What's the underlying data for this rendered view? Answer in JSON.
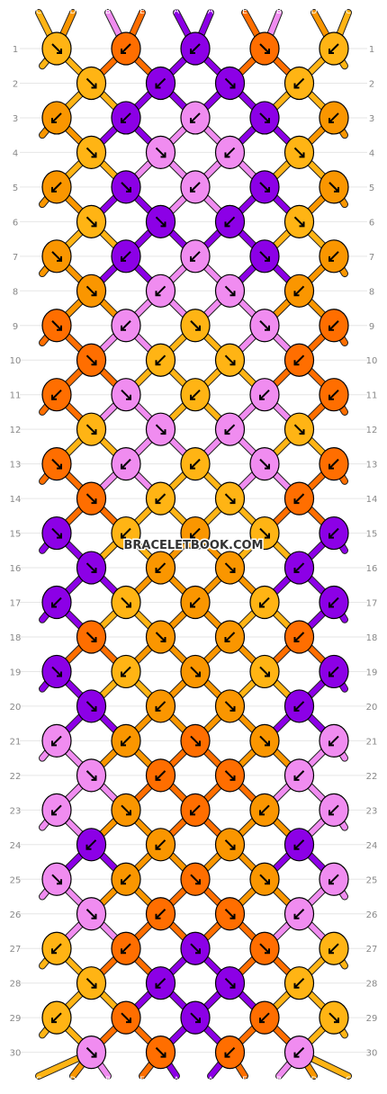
{
  "watermark": "BRACELETBOOK.COM",
  "colors": {
    "A": "#8C00E6",
    "B": "#F08CF0",
    "C": "#FFB414",
    "D": "#FA9600",
    "E": "#FF6E00"
  },
  "strings_top": [
    "C",
    "D",
    "B",
    "E",
    "A",
    "A",
    "E",
    "B",
    "D",
    "C"
  ],
  "strings_bottom": [
    "C",
    "D",
    "B",
    "E",
    "A",
    "A",
    "E",
    "B",
    "D",
    "C"
  ],
  "row_numbers": [
    "1",
    "2",
    "3",
    "4",
    "5",
    "6",
    "7",
    "8",
    "9",
    "10",
    "11",
    "12",
    "13",
    "14",
    "15",
    "16",
    "17",
    "18",
    "19",
    "20",
    "21",
    "22",
    "23",
    "24",
    "25",
    "26",
    "27",
    "28",
    "29",
    "30"
  ],
  "knot_rows": [
    [
      [
        "C",
        "f"
      ],
      [
        "E",
        "b"
      ],
      [
        "A",
        "b"
      ],
      [
        "E",
        "f"
      ],
      [
        "C",
        "b"
      ]
    ],
    [
      [
        "C",
        "f"
      ],
      [
        "A",
        "b"
      ],
      [
        "A",
        "f"
      ],
      [
        "C",
        "b"
      ]
    ],
    [
      [
        "D",
        "b"
      ],
      [
        "A",
        "b"
      ],
      [
        "B",
        "b"
      ],
      [
        "A",
        "f"
      ],
      [
        "D",
        "b"
      ]
    ],
    [
      [
        "C",
        "f"
      ],
      [
        "B",
        "f"
      ],
      [
        "B",
        "b"
      ],
      [
        "C",
        "f"
      ]
    ],
    [
      [
        "D",
        "b"
      ],
      [
        "A",
        "f"
      ],
      [
        "B",
        "b"
      ],
      [
        "A",
        "f"
      ],
      [
        "D",
        "f"
      ]
    ],
    [
      [
        "C",
        "f"
      ],
      [
        "A",
        "f"
      ],
      [
        "A",
        "b"
      ],
      [
        "C",
        "f"
      ]
    ],
    [
      [
        "D",
        "f"
      ],
      [
        "A",
        "b"
      ],
      [
        "B",
        "b"
      ],
      [
        "A",
        "f"
      ],
      [
        "D",
        "b"
      ]
    ],
    [
      [
        "D",
        "f"
      ],
      [
        "B",
        "b"
      ],
      [
        "B",
        "f"
      ],
      [
        "D",
        "b"
      ]
    ],
    [
      [
        "E",
        "f"
      ],
      [
        "B",
        "b"
      ],
      [
        "C",
        "f"
      ],
      [
        "B",
        "f"
      ],
      [
        "E",
        "b"
      ]
    ],
    [
      [
        "E",
        "f"
      ],
      [
        "C",
        "b"
      ],
      [
        "C",
        "f"
      ],
      [
        "E",
        "b"
      ]
    ],
    [
      [
        "E",
        "b"
      ],
      [
        "B",
        "f"
      ],
      [
        "C",
        "b"
      ],
      [
        "B",
        "b"
      ],
      [
        "E",
        "b"
      ]
    ],
    [
      [
        "C",
        "f"
      ],
      [
        "B",
        "f"
      ],
      [
        "B",
        "b"
      ],
      [
        "C",
        "f"
      ]
    ],
    [
      [
        "E",
        "f"
      ],
      [
        "B",
        "b"
      ],
      [
        "C",
        "b"
      ],
      [
        "B",
        "f"
      ],
      [
        "E",
        "b"
      ]
    ],
    [
      [
        "E",
        "f"
      ],
      [
        "C",
        "b"
      ],
      [
        "C",
        "f"
      ],
      [
        "E",
        "b"
      ]
    ],
    [
      [
        "A",
        "f"
      ],
      [
        "C",
        "b"
      ],
      [
        "D",
        "b"
      ],
      [
        "C",
        "f"
      ],
      [
        "A",
        "b"
      ]
    ],
    [
      [
        "A",
        "f"
      ],
      [
        "D",
        "b"
      ],
      [
        "D",
        "f"
      ],
      [
        "A",
        "b"
      ]
    ],
    [
      [
        "A",
        "b"
      ],
      [
        "C",
        "f"
      ],
      [
        "D",
        "b"
      ],
      [
        "C",
        "b"
      ],
      [
        "A",
        "b"
      ]
    ],
    [
      [
        "E",
        "f"
      ],
      [
        "D",
        "f"
      ],
      [
        "D",
        "b"
      ],
      [
        "E",
        "b"
      ]
    ],
    [
      [
        "A",
        "f"
      ],
      [
        "C",
        "b"
      ],
      [
        "D",
        "f"
      ],
      [
        "C",
        "f"
      ],
      [
        "A",
        "b"
      ]
    ],
    [
      [
        "A",
        "f"
      ],
      [
        "D",
        "b"
      ],
      [
        "D",
        "f"
      ],
      [
        "A",
        "b"
      ]
    ],
    [
      [
        "B",
        "b"
      ],
      [
        "D",
        "b"
      ],
      [
        "E",
        "f"
      ],
      [
        "D",
        "f"
      ],
      [
        "B",
        "b"
      ]
    ],
    [
      [
        "B",
        "f"
      ],
      [
        "E",
        "b"
      ],
      [
        "E",
        "f"
      ],
      [
        "B",
        "b"
      ]
    ],
    [
      [
        "B",
        "b"
      ],
      [
        "D",
        "f"
      ],
      [
        "E",
        "b"
      ],
      [
        "D",
        "b"
      ],
      [
        "B",
        "b"
      ]
    ],
    [
      [
        "A",
        "b"
      ],
      [
        "D",
        "b"
      ],
      [
        "D",
        "f"
      ],
      [
        "A",
        "b"
      ]
    ],
    [
      [
        "B",
        "f"
      ],
      [
        "D",
        "b"
      ],
      [
        "E",
        "f"
      ],
      [
        "D",
        "f"
      ],
      [
        "B",
        "b"
      ]
    ],
    [
      [
        "B",
        "f"
      ],
      [
        "E",
        "b"
      ],
      [
        "E",
        "f"
      ],
      [
        "B",
        "b"
      ]
    ],
    [
      [
        "C",
        "b"
      ],
      [
        "E",
        "b"
      ],
      [
        "A",
        "f"
      ],
      [
        "E",
        "f"
      ],
      [
        "C",
        "b"
      ]
    ],
    [
      [
        "C",
        "f"
      ],
      [
        "A",
        "b"
      ],
      [
        "A",
        "f"
      ],
      [
        "C",
        "b"
      ]
    ],
    [
      [
        "C",
        "b"
      ],
      [
        "E",
        "f"
      ],
      [
        "A",
        "f"
      ],
      [
        "E",
        "b"
      ],
      [
        "C",
        "f"
      ]
    ],
    [
      [
        "B",
        "f"
      ],
      [
        "E",
        "f"
      ],
      [
        "E",
        "b"
      ],
      [
        "B",
        "b"
      ]
    ]
  ]
}
